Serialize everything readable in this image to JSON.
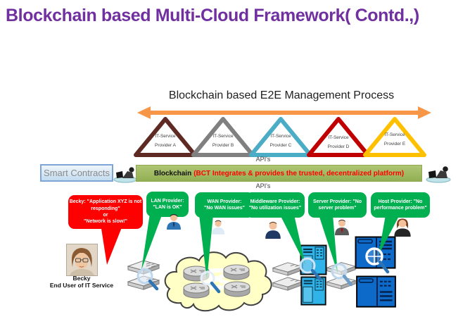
{
  "slide_title": "Blockchain based Multi-Cloud Framework( Contd.,)",
  "diagram": {
    "title": "Blockchain based E2E Management Process",
    "api_top": "API's",
    "api_bottom": "API's",
    "smart_contracts": "Smart Contracts",
    "blockchain_label": "Blockchain",
    "blockchain_note": "(BCT Integrates & provides the trusted, decentralized platform)",
    "providers": [
      {
        "line1": "IT-Service",
        "line2": "Provider A",
        "color": "#5F2A24"
      },
      {
        "line1": "IT-Service",
        "line2": "Provider B",
        "color": "#808080"
      },
      {
        "line1": "IT-Service",
        "line2": "Provider C",
        "color": "#4BACC6"
      },
      {
        "line1": "IT-Service",
        "line2": "Provider D",
        "color": "#C00000"
      },
      {
        "line1": "IT-Service",
        "line2": "Provider E",
        "color": "#FFC000"
      }
    ]
  },
  "callouts": {
    "becky": {
      "lines": [
        "Becky: \"Application XYZ is not",
        "responding\"",
        "or",
        "\"Network is slow!\""
      ]
    },
    "lan": {
      "lines": [
        "LAN Provider:",
        "\"LAN is OK\""
      ]
    },
    "wan": {
      "lines": [
        "WAN Provider:",
        "\"No WAN issues\""
      ]
    },
    "middleware": {
      "lines": [
        "Middleware Provider:",
        "\"No utilization issues\""
      ]
    },
    "server": {
      "lines": [
        "Server Provider: \"No",
        "server problem\""
      ]
    },
    "host": {
      "lines": [
        "Host Provider: \"No",
        "performance problem\""
      ]
    }
  },
  "end_user": {
    "name": "Becky",
    "role": "End User of IT Service"
  },
  "colors": {
    "title_purple": "#7030A0",
    "arrow_orange": "#F79646",
    "blockchain_bar_green": "#9BBB59",
    "blockchain_note_red": "#FF0000",
    "callout_red": "#FE0000",
    "callout_green": "#00B050",
    "smart_contracts_border": "#7EA6D4",
    "cloud_yellow": "#FFFFC6",
    "tower_server_cyan": "#2FB3E8",
    "mainframe_blue": "#0E6AC8"
  },
  "icon_names": {
    "laptop_user": "person-with-laptop-icon",
    "switch": "network-switch-stack-icon",
    "cloud": "wan-cloud-icon",
    "router": "router-icon",
    "magnifier": "magnifier-icon",
    "tower_server": "tower-server-icon",
    "mainframe": "mainframe-server-icon",
    "bust": "person-bust-icon",
    "photo": "becky-photo"
  }
}
